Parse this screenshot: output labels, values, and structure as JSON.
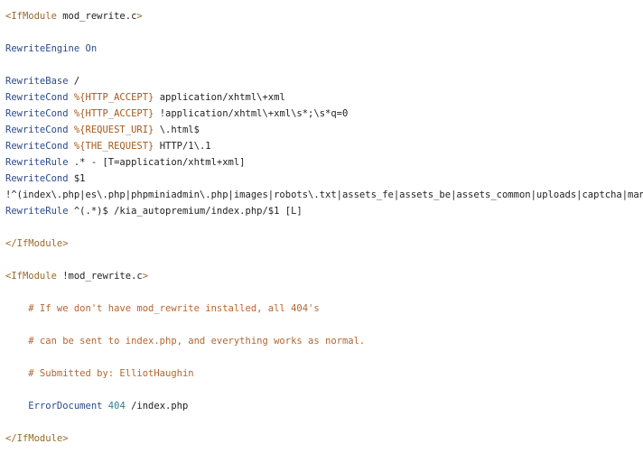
{
  "lines": [
    {
      "parts": [
        {
          "t": "<IfModule ",
          "c": "tag"
        },
        {
          "t": "mod_rewrite.c",
          "c": "plain"
        },
        {
          "t": ">",
          "c": "tag"
        }
      ]
    },
    {
      "parts": []
    },
    {
      "parts": [
        {
          "t": "RewriteEngine ",
          "c": "kw"
        },
        {
          "t": "On",
          "c": "kw"
        }
      ]
    },
    {
      "parts": []
    },
    {
      "parts": [
        {
          "t": "RewriteBase ",
          "c": "kw"
        },
        {
          "t": "/",
          "c": "plain"
        }
      ]
    },
    {
      "parts": [
        {
          "t": "RewriteCond ",
          "c": "kw"
        },
        {
          "t": "%{HTTP_ACCEPT}",
          "c": "var"
        },
        {
          "t": " application/xhtml\\+xml",
          "c": "plain"
        }
      ]
    },
    {
      "parts": [
        {
          "t": "RewriteCond ",
          "c": "kw"
        },
        {
          "t": "%{HTTP_ACCEPT}",
          "c": "var"
        },
        {
          "t": " !application/xhtml\\+xml\\s*;\\s*q=0",
          "c": "plain"
        }
      ]
    },
    {
      "parts": [
        {
          "t": "RewriteCond ",
          "c": "kw"
        },
        {
          "t": "%{REQUEST_URI}",
          "c": "var"
        },
        {
          "t": " \\.html$",
          "c": "plain"
        }
      ]
    },
    {
      "parts": [
        {
          "t": "RewriteCond ",
          "c": "kw"
        },
        {
          "t": "%{THE_REQUEST}",
          "c": "var"
        },
        {
          "t": " HTTP/1\\.1",
          "c": "plain"
        }
      ]
    },
    {
      "parts": [
        {
          "t": "RewriteRule ",
          "c": "kw"
        },
        {
          "t": ".* - [T=application/xhtml+xml]",
          "c": "plain"
        }
      ]
    },
    {
      "parts": [
        {
          "t": "RewriteCond ",
          "c": "kw"
        },
        {
          "t": "$1",
          "c": "plain"
        }
      ]
    },
    {
      "parts": [
        {
          "t": "!^(index\\.php|es\\.php|phpminiadmin\\.php|images|robots\\.txt|assets_fe|assets_be|assets_common|uploads|captcha|mantis)",
          "c": "plain"
        }
      ]
    },
    {
      "parts": [
        {
          "t": "RewriteRule ",
          "c": "kw"
        },
        {
          "t": "^(.*)$ /kia_autopremium/index.php/$1 [L]",
          "c": "plain"
        }
      ]
    },
    {
      "parts": []
    },
    {
      "parts": [
        {
          "t": "</IfModule>",
          "c": "tag"
        }
      ]
    },
    {
      "parts": []
    },
    {
      "parts": [
        {
          "t": "<IfModule ",
          "c": "tag"
        },
        {
          "t": "!mod_rewrite.c",
          "c": "plain"
        },
        {
          "t": ">",
          "c": "tag"
        }
      ]
    },
    {
      "parts": []
    },
    {
      "parts": [
        {
          "t": "    # If we don't have mod_rewrite installed, all 404's",
          "c": "cmt"
        }
      ]
    },
    {
      "parts": []
    },
    {
      "parts": [
        {
          "t": "    # can be sent to index.php, and everything works as normal.",
          "c": "cmt"
        }
      ]
    },
    {
      "parts": []
    },
    {
      "parts": [
        {
          "t": "    # Submitted by: ElliotHaughin",
          "c": "cmt"
        }
      ]
    },
    {
      "parts": []
    },
    {
      "parts": [
        {
          "t": "    ErrorDocument ",
          "c": "kw"
        },
        {
          "t": "404",
          "c": "num"
        },
        {
          "t": " /index.php",
          "c": "plain"
        }
      ]
    },
    {
      "parts": []
    },
    {
      "parts": [
        {
          "t": "</IfModule>",
          "c": "tag"
        }
      ]
    }
  ]
}
